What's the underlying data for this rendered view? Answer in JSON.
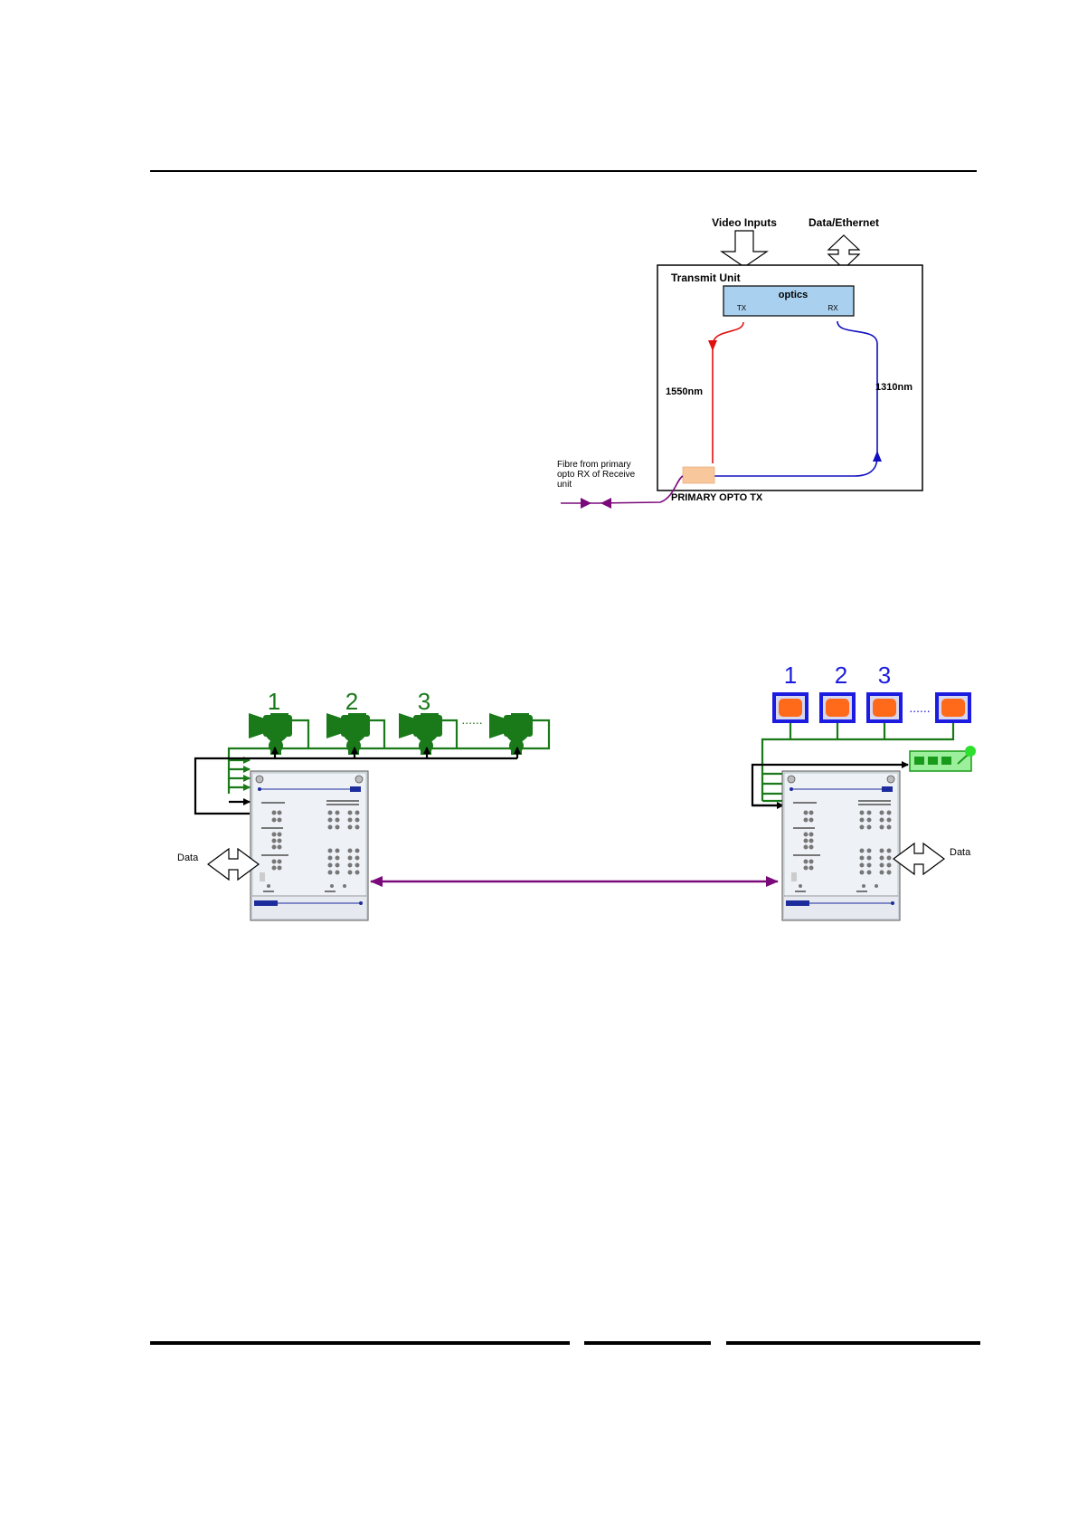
{
  "top_diagram": {
    "video_inputs": "Video Inputs",
    "data_ethernet": "Data/Ethernet",
    "transmit_unit": "Transmit Unit",
    "optics": "optics",
    "tx": "TX",
    "rx": "RX",
    "wl_1550": "1550nm",
    "wl_1310": "1310nm",
    "fibre_note": [
      "Fibre from primary",
      "opto RX of Receive",
      "unit"
    ],
    "primary_opto_tx": "PRIMARY OPTO TX"
  },
  "system_diagram": {
    "cameras": [
      "1",
      "2",
      "3"
    ],
    "camera_dots": "......",
    "monitors": [
      "1",
      "2",
      "3"
    ],
    "monitor_dots": "......",
    "data_left": "Data",
    "data_right": "Data"
  },
  "colors": {
    "camera_green": "#1a7a1a",
    "monitor_blue": "#1c1ce0",
    "monitor_screen": "#ff6a1a",
    "fibre_purple": "#7a0a7a",
    "tx_red": "#e01010",
    "rx_blue": "#1010c0",
    "optics_fill": "#a9d0ee",
    "coupler_fill": "#f8c79b",
    "keyboard_fill": "#9cf09c"
  }
}
